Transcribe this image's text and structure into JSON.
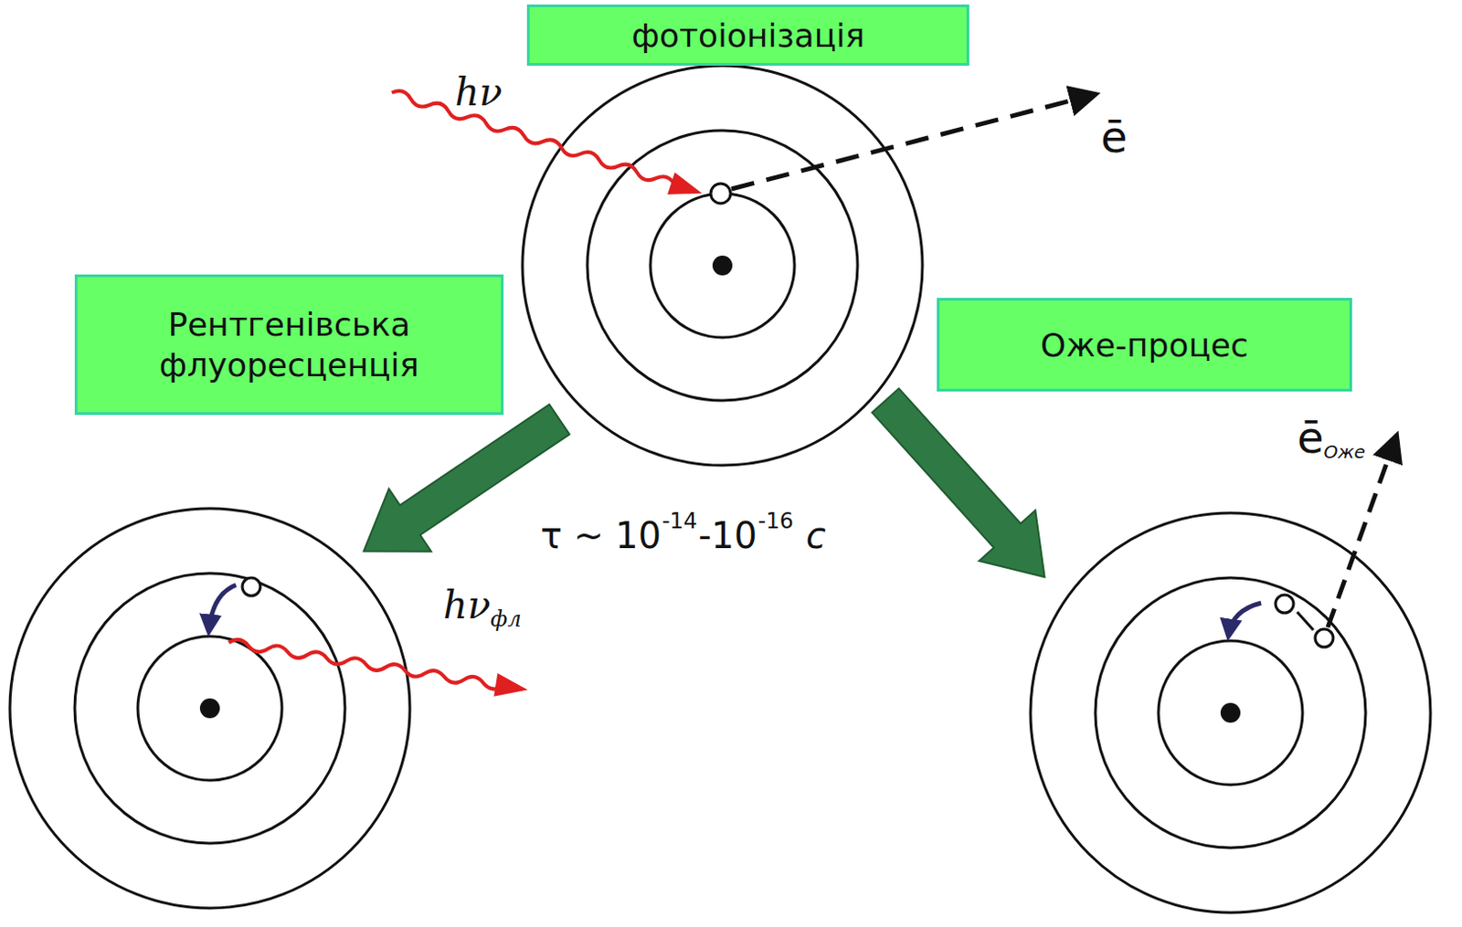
{
  "diagram": {
    "nodes": [
      {
        "text": [
          "фотоіонізація"
        ]
      },
      {
        "text": [
          "Рентгенівська флуоресценція"
        ]
      },
      {
        "text": [
          "Оже-процес"
        ]
      }
    ],
    "labels": [
      "hν",
      "ē",
      "τ ~ 10",
      "-14",
      "-10",
      "-16",
      "c",
      "hν",
      "фл",
      "ē",
      "Оже"
    ]
  }
}
